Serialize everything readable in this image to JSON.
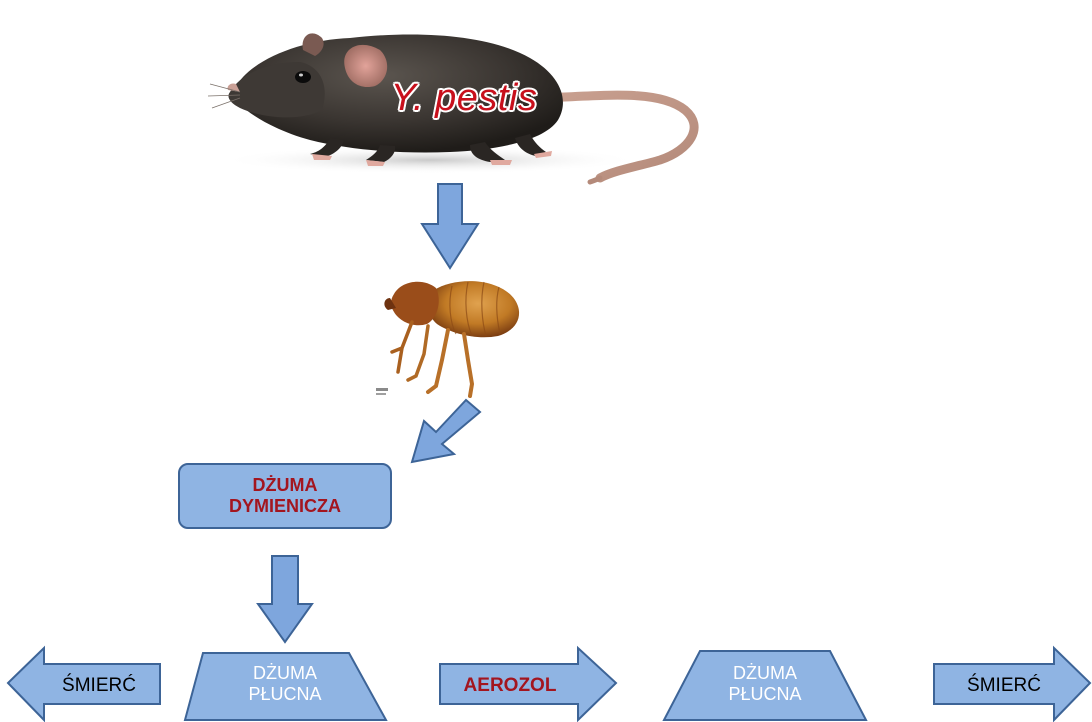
{
  "colors": {
    "shape_fill": "#8fb4e3",
    "shape_stroke": "#3d6497",
    "accent_red": "#a3151f",
    "arrow_fill": "#7ea6dd"
  },
  "images": {
    "rat": "rat-image",
    "flea": "flea-image"
  },
  "rat_label": "Y. pestis",
  "bubonic_box": {
    "line1": "DŻUMA",
    "line2": "DYMIENICZA"
  },
  "pneumonic_left": {
    "line1": "DŻUMA",
    "line2": "PŁUCNA"
  },
  "pneumonic_right": {
    "line1": "DŻUMA",
    "line2": "PŁUCNA"
  },
  "death_left": "ŚMIERĆ",
  "aerosol": "AEROZOL",
  "death_right": "ŚMIERĆ"
}
